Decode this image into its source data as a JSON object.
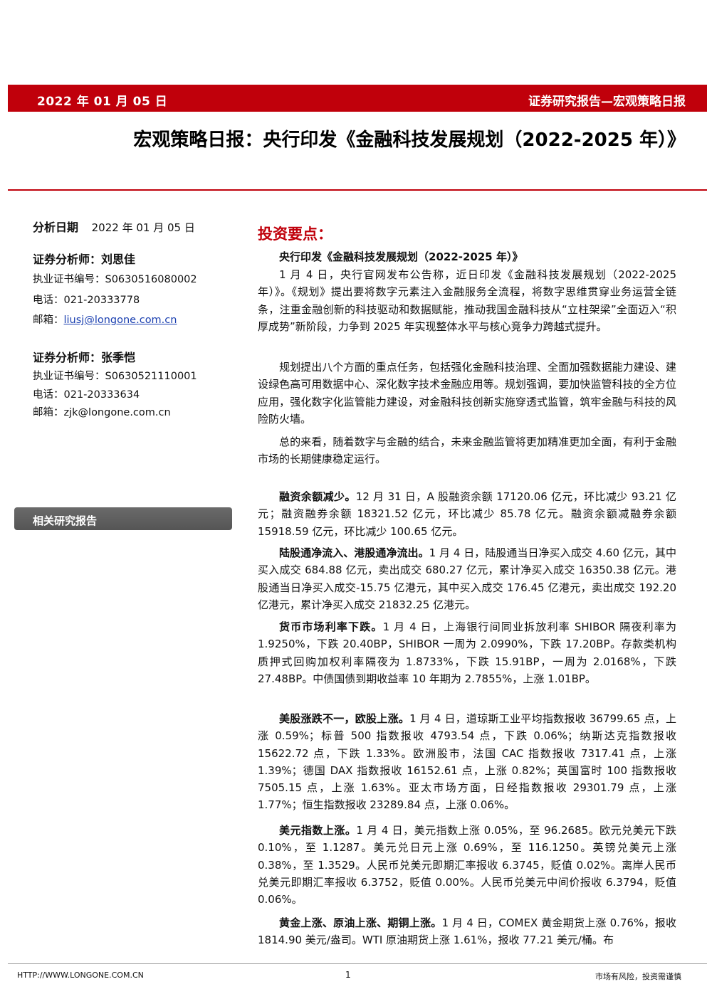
{
  "header": {
    "date": "2022 年 01 月 05 日",
    "series": "证券研究报告—宏观策略日报",
    "band_color": "#c0000b"
  },
  "title": "宏观策略日报：央行印发《金融科技发展规划（2022-2025 年）》",
  "left": {
    "analysis_date_label": "分析日期",
    "analysis_date_value": "2022 年 01 月 05 日",
    "analysts": [
      {
        "name_line": "证券分析师：刘思佳",
        "cert_label": "执业证书编号：",
        "cert": "S0630516080002",
        "phone_label": "电话：",
        "phone": "021-20333778",
        "email_label": "邮箱：",
        "email": "liusj@longone.com.cn"
      },
      {
        "name_line": "证券分析师：张季恺",
        "cert_label": "执业证书编号：",
        "cert": "S0630521110001",
        "phone_label": "电话：",
        "phone": "021-20333634",
        "email_label": "邮箱：",
        "email": "zjk@longone.com.cn"
      }
    ],
    "related_reports_label": "相关研究报告"
  },
  "main": {
    "section_heading": "投资要点：",
    "paragraphs": [
      {
        "lead": "央行印发《金融科技发展规划（2022-2025 年）》",
        "text": ""
      },
      {
        "lead": "",
        "text": "1 月 4 日，央行官网发布公告称，近日印发《金融科技发展规划（2022-2025 年）》。《规划》提出要将数字元素注入金融服务全流程，将数字思维贯穿业务运营全链条，注重金融创新的科技驱动和数据赋能，推动我国金融科技从“立柱架梁”全面迈入“积厚成势”新阶段，力争到 2025 年实现整体水平与核心竞争力跨越式提升。"
      },
      {
        "lead": "",
        "text": "规划提出八个方面的重点任务，包括强化金融科技治理、全面加强数据能力建设、建设绿色高可用数据中心、深化数字技术金融应用等。规划强调，要加快监管科技的全方位应用，强化数字化监管能力建设，对金融科技创新实施穿透式监管，筑牢金融与科技的风险防火墙。"
      },
      {
        "lead": "",
        "text": "总的来看，随着数字与金融的结合，未来金融监管将更加精准更加全面，有利于金融市场的长期健康稳定运行。"
      },
      {
        "lead": "融资余额减少。",
        "text": "12 月 31 日，A 股融资余额 17120.06 亿元，环比减少 93.21 亿元；融资融券余额 18321.52 亿元，环比减少 85.78 亿元。融资余额减融券余额 15918.59 亿元，环比减少 100.65 亿元。"
      },
      {
        "lead": "陆股通净流入、港股通净流出。",
        "text": "1 月 4 日，陆股通当日净买入成交 4.60 亿元，其中买入成交 684.88 亿元，卖出成交 680.27 亿元，累计净买入成交 16350.38 亿元。港股通当日净买入成交-15.75 亿港元，其中买入成交 176.45 亿港元，卖出成交 192.20 亿港元，累计净买入成交 21832.25 亿港元。"
      },
      {
        "lead": "货币市场利率下跌。",
        "text": "1 月 4 日，上海银行间同业拆放利率 SHIBOR 隔夜利率为 1.9250%，下跌 20.40BP，SHIBOR 一周为 2.0990%，下跌 17.20BP。存款类机构质押式回购加权利率隔夜为 1.8733%，下跌 15.91BP，一周为 2.0168%，下跌 27.48BP。中债国债到期收益率 10 年期为 2.7855%，上涨 1.01BP。"
      },
      {
        "lead": "美股涨跌不一，欧股上涨。",
        "text": "1 月 4 日，道琼斯工业平均指数报收 36799.65 点，上涨 0.59%；标普 500 指数报收 4793.54 点，下跌 0.06%；纳斯达克指数报收 15622.72 点，下跌 1.33%。欧洲股市，法国 CAC 指数报收 7317.41 点，上涨 1.39%；德国 DAX 指数报收 16152.61 点，上涨 0.82%；英国富时 100 指数报收 7505.15 点，上涨 1.63%。亚太市场方面，日经指数报收 29301.79 点，上涨 1.77%；恒生指数报收 23289.84 点，上涨 0.06%。"
      },
      {
        "lead": "美元指数上涨。",
        "text": "1 月 4 日，美元指数上涨 0.05%，至 96.2685。欧元兑美元下跌 0.10%，至 1.1287。美元兑日元上涨 0.69%，至 116.1250。英镑兑美元上涨 0.38%，至 1.3529。人民币兑美元即期汇率报收 6.3745，贬值 0.02%。离岸人民币兑美元即期汇率报收 6.3752，贬值 0.00%。人民币兑美元中间价报收 6.3794，贬值 0.06%。"
      },
      {
        "lead": "黄金上涨、原油上涨、期铜上涨。",
        "text": "1 月 4 日，COMEX 黄金期货上涨 0.76%，报收 1814.90 美元/盎司。WTI 原油期货上涨 1.61%，报收 77.21 美元/桶。布"
      }
    ]
  },
  "footer": {
    "url": "HTTP://WWW.LONGONE.COM.CN",
    "page": "1",
    "risk": "市场有风险，投资需谨慎"
  }
}
